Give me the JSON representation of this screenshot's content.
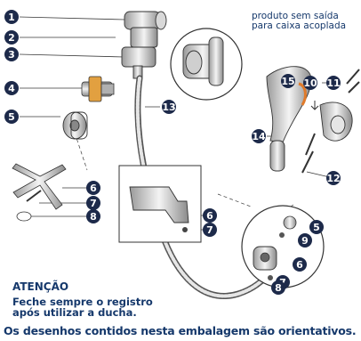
{
  "caption": {
    "line1": "produto sem saída",
    "line2": "para caixa acoplada"
  },
  "callouts": [
    "1",
    "2",
    "3",
    "4",
    "5",
    "6",
    "7",
    "8",
    "5",
    "6",
    "7",
    "8",
    "9",
    "10",
    "11",
    "12",
    "13",
    "14",
    "15",
    "6",
    "7"
  ],
  "attention": {
    "title": "ATENÇÃO",
    "line1": "Feche sempre o registro",
    "line2": "após utilizar a ducha."
  },
  "footer": "Os desenhos contidos nesta embalagem são orientativos.",
  "colors": {
    "navy": "#15386b",
    "badge": "#1d2a4a",
    "line": "#3a3a3a",
    "gray": "#c8c8c8",
    "light": "#ececec",
    "orange": "#e07a2a"
  }
}
